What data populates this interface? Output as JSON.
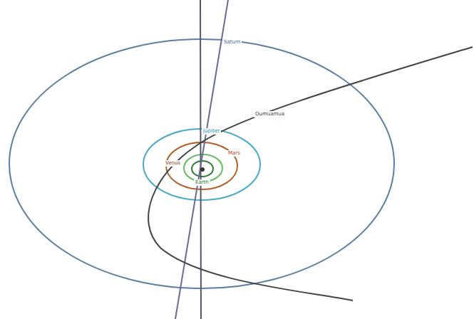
{
  "diagram": {
    "labels": [
      "Saturn",
      "Jupiter",
      "Mars",
      "Venus",
      "Earth",
      "Oumuamua"
    ]
  }
}
